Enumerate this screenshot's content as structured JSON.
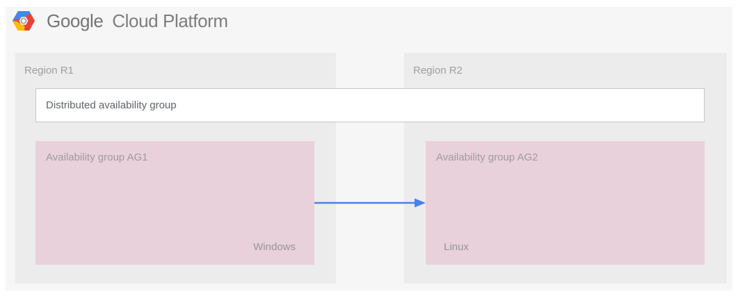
{
  "header": {
    "brand": "Google",
    "product": "Cloud Platform",
    "logo_icon": "gcp-hexagon-logo"
  },
  "regions": [
    {
      "label": "Region R1"
    },
    {
      "label": "Region R2"
    }
  ],
  "distributed_group": {
    "label": "Distributed availability group"
  },
  "availability_groups": [
    {
      "label": "Availability group AG1",
      "os": "Windows"
    },
    {
      "label": "Availability group AG2",
      "os": "Linux"
    }
  ],
  "arrow": {
    "from": "Availability group AG1",
    "to": "Availability group AG2",
    "direction": "right"
  },
  "colors": {
    "canvas_gray": "#f6f6f7",
    "region_gray": "#ececec",
    "availability_group_pink": "#e9d1dc",
    "arrow_blue": "#4a80ea",
    "brand_text_gray": "#757575",
    "logo_blue": "#4285f4",
    "logo_red": "#ea4335",
    "logo_yellow": "#fbbc05"
  }
}
